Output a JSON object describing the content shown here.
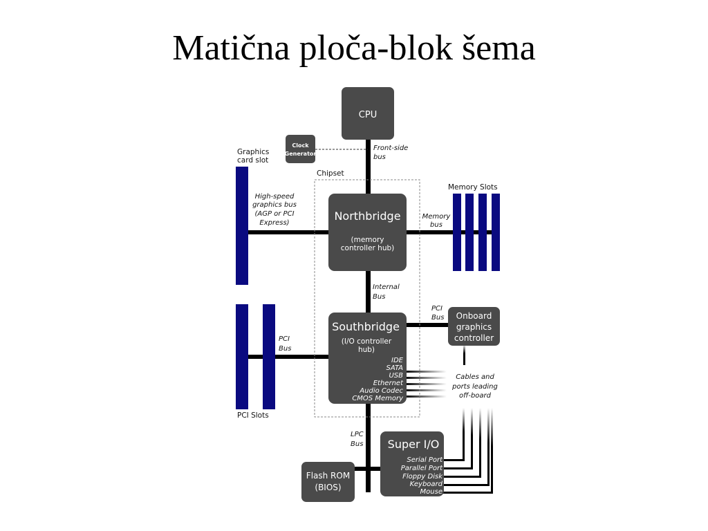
{
  "slide": {
    "title": "Matična ploča-blok šema"
  },
  "diagram": {
    "cpu": "CPU",
    "clock_generator": [
      "Clock",
      "Generator"
    ],
    "front_side_bus": [
      "Front-side",
      "bus"
    ],
    "chipset": "Chipset",
    "graphics_card_slot": [
      "Graphics",
      "card slot"
    ],
    "high_speed_bus": [
      "High-speed",
      "graphics bus",
      "(AGP or PCI",
      "Express)"
    ],
    "northbridge": {
      "title": "Northbridge",
      "subtitle": [
        "(memory",
        "controller hub)"
      ]
    },
    "memory_bus": [
      "Memory",
      "bus"
    ],
    "memory_slots": "Memory Slots",
    "internal_bus": [
      "Internal",
      "Bus"
    ],
    "southbridge": {
      "title": "Southbridge",
      "subtitle": [
        "(I/O controller",
        "hub)"
      ],
      "ports": [
        "IDE",
        "SATA",
        "USB",
        "Ethernet",
        "Audio Codec",
        "CMOS Memory"
      ]
    },
    "pci_bus_left": [
      "PCI",
      "Bus"
    ],
    "pci_bus_right": [
      "PCI",
      "Bus"
    ],
    "pci_slots": "PCI Slots",
    "onboard_graphics": [
      "Onboard",
      "graphics",
      "controller"
    ],
    "cables_ports": [
      "Cables and",
      "ports leading",
      "off-board"
    ],
    "lpc_bus": [
      "LPC",
      "Bus"
    ],
    "super_io": {
      "title": "Super I/O",
      "ports": [
        "Serial Port",
        "Parallel Port",
        "Floppy Disk",
        "Keyboard",
        "Mouse"
      ]
    },
    "flash_rom": [
      "Flash ROM",
      "(BIOS)"
    ]
  },
  "colors": {
    "box": "#4a4a4a",
    "slot": "#0a0a80",
    "bus": "#000000",
    "background": "#ffffff"
  }
}
